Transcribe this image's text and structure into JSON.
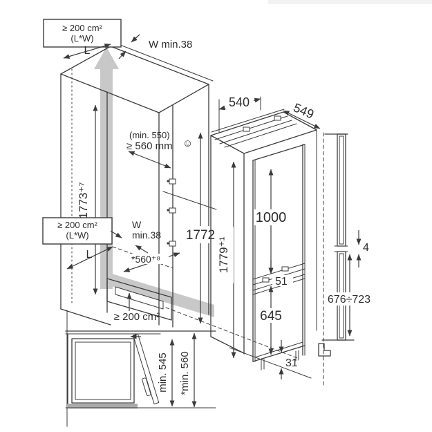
{
  "colors": {
    "line": "#3b3b3b",
    "airflow_gray": "#c8c8c8",
    "plinth_bar_gray": "#ababab",
    "background": "#ffffff"
  },
  "niche": {
    "vent_area_top": {
      "line1": "≥ 200 cm²",
      "line2": "(L*W)"
    },
    "vent_area_side": {
      "line1": "≥ 200 cm²",
      "line2": "(L*W)"
    },
    "length_label": "L",
    "clearance_top": "W min.38",
    "clearance_side": {
      "line1": "W",
      "line2": "min.38"
    },
    "depth_note": "(min. 550)",
    "depth_min": "≥ 560 mm",
    "smiley": "☺",
    "depth_bottom": "*560⁺⁸",
    "height_with_tolerance": "1773⁺⁷",
    "height_inner": "1772",
    "vent_area_bottom": "≥ 200 cm²"
  },
  "appliance": {
    "width": "540",
    "depth": "549",
    "height_with_tolerance": "1779⁺¹",
    "upper_door_height": "1000",
    "door_gap": "51",
    "lower_door_height": "645",
    "plinth_gap": "31"
  },
  "panels": {
    "gap": "4",
    "lower_panel_height_range": "676÷723"
  },
  "plan": {
    "depth_min": "min. 545",
    "depth_min_starred": "*min. 560"
  }
}
